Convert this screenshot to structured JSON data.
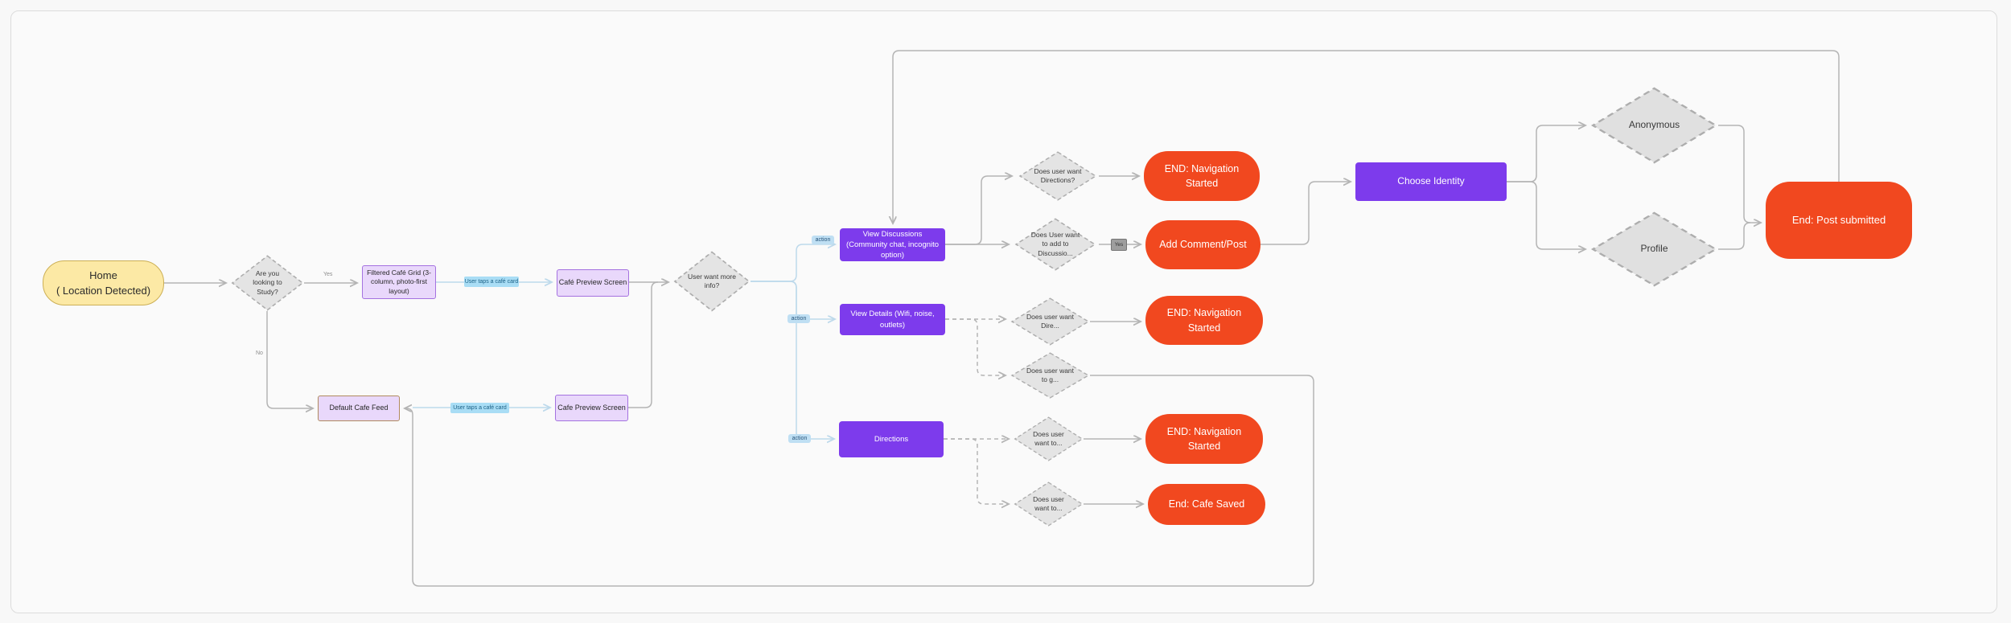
{
  "nodes": {
    "home": "Home\n( Location Detected)",
    "d_study": "Are you looking to Study?",
    "filtered_grid": "Filtered Café Grid (3-column, photo-first layout)",
    "cafe_preview_top": "Café Preview Screen",
    "d_more_info": "User want more info?",
    "view_discussions": "View Discussions (Community chat, incognito option)",
    "d_want_directions": "Does user want Directions?",
    "end_nav_1": "END: Navigation Started",
    "d_add_discussion": "Does User want to add to Discussio...",
    "add_comment": "Add Comment/Post",
    "choose_identity": "Choose Identity",
    "d_anonymous": "Anonymous",
    "d_profile": "Profile",
    "end_post": "End: Post submitted",
    "view_details": "View Details (Wifi, noise, outlets)",
    "d_want_dire": "Does user want Dire...",
    "end_nav_2": "END: Navigation Started",
    "d_want_go": "Does user want to g...",
    "directions": "Directions",
    "d_want_to_1": "Does user want to...",
    "end_nav_3": "END: Navigation Started",
    "d_want_to_2": "Does user want to...",
    "end_cafe_saved": "End: Cafe Saved",
    "default_feed": "Default Cafe Feed",
    "cafe_preview_bottom": "Cafe Preview Screen"
  },
  "edge_labels": {
    "yes": "Yes",
    "no": "No",
    "yes_tag": "Yes",
    "action_1": "action",
    "action_2": "action",
    "action_3": "action",
    "taps_top": "User taps a café card",
    "taps_bottom": "User taps a café card"
  },
  "colors": {
    "node_purple": "#7d3bec",
    "node_orange": "#f1481f",
    "node_lavender": "#e9d8fb",
    "node_yellow": "#fce9a5",
    "diamond_gray": "#e4e4e4",
    "wire_gray": "#b4b4b4",
    "wire_blue": "#bdd9eb",
    "label_blue_bg": "#a9ddf5"
  }
}
